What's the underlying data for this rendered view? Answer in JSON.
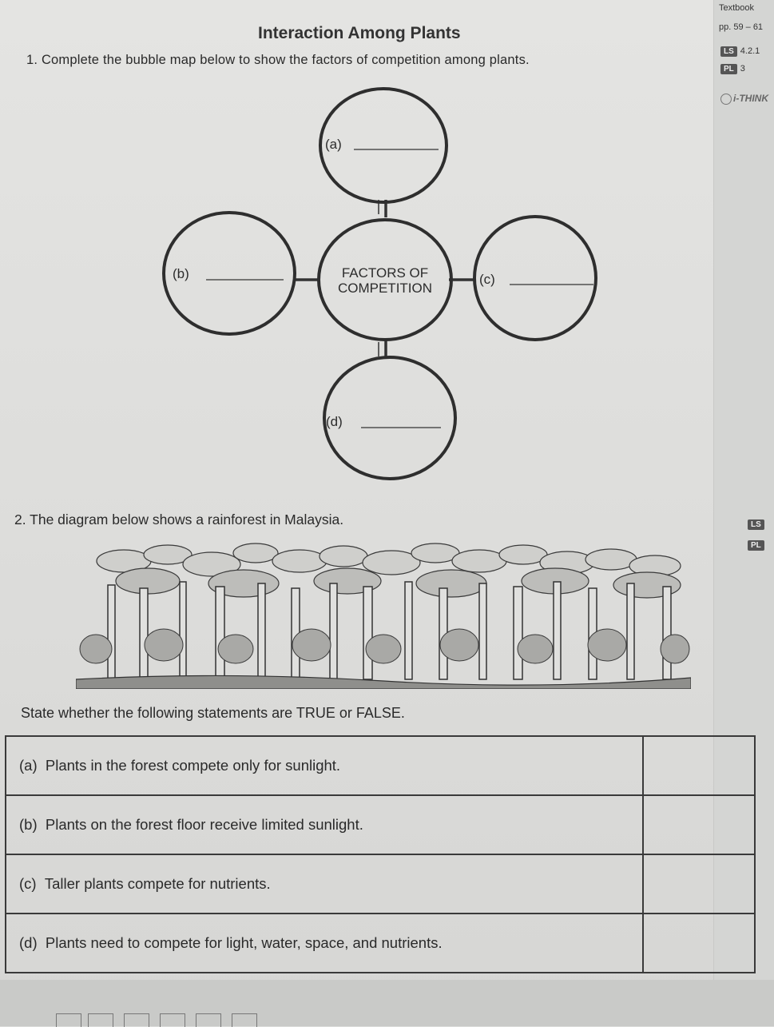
{
  "header": {
    "textbook_label": "Textbook",
    "pages": "pp. 59 – 61",
    "ls_badge": "LS",
    "ls_value": "4.2.1",
    "pl_badge": "PL",
    "pl_value": "3",
    "think_label": "i-THINK"
  },
  "title": "Interaction Among Plants",
  "question1": {
    "text": "1. Complete the bubble map below to show the factors of competition among plants.",
    "center_line1": "FACTORS OF",
    "center_line2": "COMPETITION",
    "bubbles": [
      {
        "label": "(a)"
      },
      {
        "label": "(b)"
      },
      {
        "label": "(c)"
      },
      {
        "label": "(d)"
      }
    ]
  },
  "question2": {
    "text": "2. The diagram below shows a rainforest in Malaysia.",
    "ls_badge": "LS",
    "pl_badge": "PL",
    "instruction": "State whether the following statements are TRUE or FALSE.",
    "statements": [
      {
        "label": "(a)",
        "text": "Plants in the forest compete only for sunlight.",
        "answer": ""
      },
      {
        "label": "(b)",
        "text": "Plants on the forest floor receive limited sunlight.",
        "answer": ""
      },
      {
        "label": "(c)",
        "text": "Taller plants compete for nutrients.",
        "answer": ""
      },
      {
        "label": "(d)",
        "text": "Plants need to compete for light, water, space, and nutrients.",
        "answer": ""
      }
    ]
  }
}
